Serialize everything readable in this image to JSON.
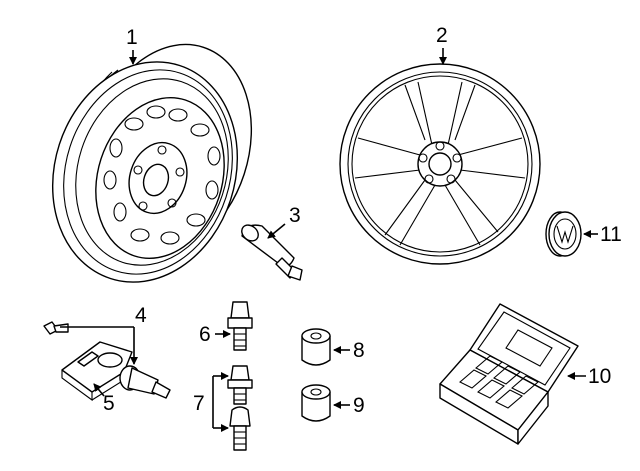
{
  "callouts": {
    "c1": "1",
    "c2": "2",
    "c3": "3",
    "c4": "4",
    "c5": "5",
    "c6": "6",
    "c7": "7",
    "c8": "8",
    "c9": "9",
    "c10": "10",
    "c11": "11"
  },
  "colors": {
    "line": "#000000",
    "fill": "#ffffff",
    "shade": "#bdbdbd"
  }
}
